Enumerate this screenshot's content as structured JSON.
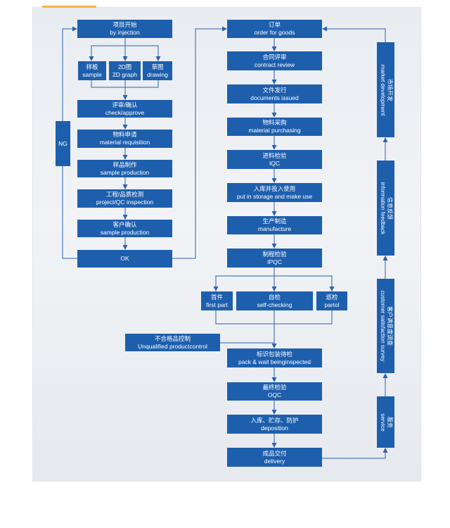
{
  "colors": {
    "box": "#1e5fad",
    "line": "#2a62ad",
    "accent": "#f3b64a",
    "background": "#eceff3"
  },
  "left_column": {
    "start": {
      "zh": "项目开始",
      "en": "by injection"
    },
    "inputs": [
      {
        "zh": "样板",
        "en": "sample"
      },
      {
        "zh": "2D图",
        "en": "2D graph"
      },
      {
        "zh": "草图",
        "en": "drawing"
      }
    ],
    "steps": [
      {
        "zh": "评审/确认",
        "en": "check/approve"
      },
      {
        "zh": "物料申请",
        "en": "material requisition"
      },
      {
        "zh": "样品制作",
        "en": "sample production"
      },
      {
        "zh": "工程/品质检测",
        "en": "project/QC inspection"
      },
      {
        "zh": "客户确认",
        "en": "sample production"
      }
    ],
    "ok": "OK",
    "ng": "NG"
  },
  "middle_column": {
    "steps_top": [
      {
        "zh": "订单",
        "en": "order for goods"
      },
      {
        "zh": "合同评审",
        "en": "contract review"
      },
      {
        "zh": "文件发行",
        "en": "documents issued"
      },
      {
        "zh": "物料采购",
        "en": "material purchasing"
      },
      {
        "zh": "进料检验",
        "en": "IQC"
      },
      {
        "zh": "入库并投入使用",
        "en": "put in storage and make use"
      },
      {
        "zh": "生产制造",
        "en": "manufacture"
      },
      {
        "zh": "制程检验",
        "en": "IPQC"
      }
    ],
    "checks": [
      {
        "zh": "首件",
        "en": "first part"
      },
      {
        "zh": "自检",
        "en": "self-checking"
      },
      {
        "zh": "巡检",
        "en": "partol"
      }
    ],
    "unqualified": {
      "zh": "不合格品控制",
      "en": "Unqualified productcontrol"
    },
    "steps_bottom": [
      {
        "zh": "标识包装待检",
        "en": "pack & wait beinginspected"
      },
      {
        "zh": "最终检验",
        "en": "OQC"
      },
      {
        "zh": "入库、贮存、防护",
        "en": "deposition"
      },
      {
        "zh": "成品交付",
        "en": "delivery"
      }
    ]
  },
  "right_column": [
    {
      "zh": "市场开发",
      "en": "market development"
    },
    {
      "zh": "信息反馈",
      "en": "information feedback"
    },
    {
      "zh": "客户满意度调查",
      "en": "customer satisfaction survey"
    },
    {
      "zh": "服务",
      "en": "service"
    }
  ]
}
